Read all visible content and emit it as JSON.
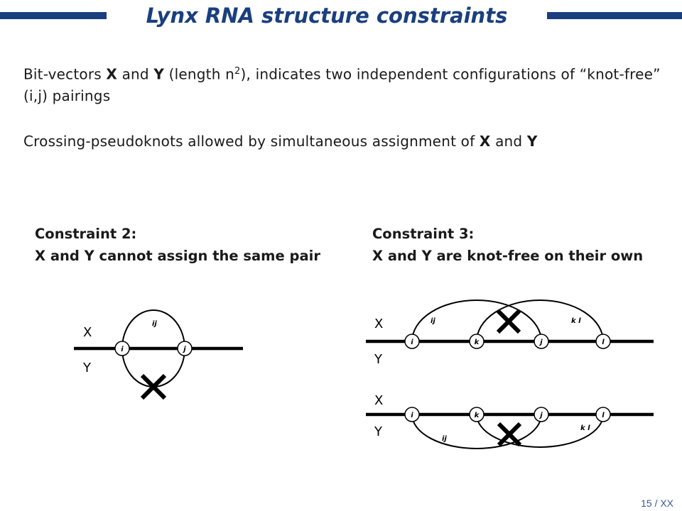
{
  "slide": {
    "title": "Lynx RNA structure constraints",
    "para1": {
      "t1": "Bit-vectors ",
      "x": "X",
      "t2": " and ",
      "y": "Y",
      "t3": " (length n",
      "sup": "2",
      "t4": "), indicates two independent configurations of “knot-free” (i,j) pairings"
    },
    "para2": {
      "t1": "Crossing-pseudoknots allowed by simultaneous assignment of ",
      "x": "X",
      "t2": " and ",
      "y": "Y"
    },
    "constraint2": {
      "heading": "Constraint 2:",
      "text": "X and Y cannot assign the same pair"
    },
    "constraint3": {
      "heading": "Constraint 3:",
      "text": "X and Y are knot-free on their own"
    },
    "page_number": "15 / XX"
  },
  "diagrams": {
    "row_x": "X",
    "row_y": "Y",
    "node_i": "i",
    "node_j": "j",
    "node_k": "k",
    "node_l": "l",
    "arc_ij": "ij",
    "arc_kl": "k l"
  }
}
